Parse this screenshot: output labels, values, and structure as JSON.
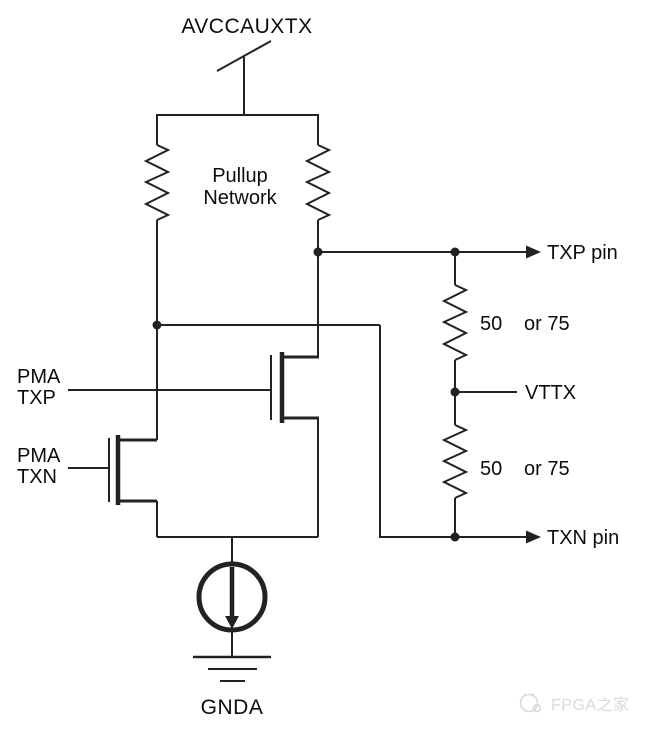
{
  "schematic": {
    "power_rail": "AVCCAUXTX",
    "pullup_network": {
      "line1": "Pullup",
      "line2": "Network"
    },
    "outputs": {
      "txp_pin": "TXP pin",
      "txn_pin": "TXN pin",
      "vttx": "VTTX"
    },
    "termination": {
      "r_top": {
        "value": "50",
        "alt": "or 75"
      },
      "r_bottom": {
        "value": "50",
        "alt": "or 75"
      }
    },
    "inputs": {
      "pma_txp": {
        "line1": "PMA",
        "line2": "TXP"
      },
      "pma_txn": {
        "line1": "PMA",
        "line2": "TXN"
      }
    },
    "ground_label": "GNDA"
  },
  "watermark": {
    "label": "FPGA之家"
  },
  "colors": {
    "wire": "#222222",
    "text": "#0d0d0d",
    "watermark": "#d9d9d9",
    "background": "#ffffff"
  }
}
